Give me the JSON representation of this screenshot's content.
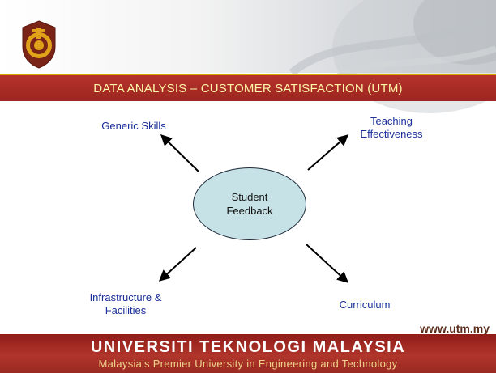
{
  "title": "DATA ANALYSIS – CUSTOMER SATISFACTION (UTM)",
  "center_node": {
    "line1": "Student",
    "line2": "Feedback"
  },
  "nodes": {
    "generic_skills": "Generic Skills",
    "teaching_line1": "Teaching",
    "teaching_line2": "Effectiveness",
    "infrastructure_line1": "Infrastructure &",
    "infrastructure_line2": "Facilities",
    "curriculum": "Curriculum"
  },
  "url": "www.utm.my",
  "footer": {
    "name": "UNIVERSITI TEKNOLOGI MALAYSIA",
    "tagline": "Malaysia's Premier University in Engineering and Technology"
  },
  "colors": {
    "title_bar": "#a82a24",
    "title_text": "#fff6a8",
    "node_text": "#1a2f9a",
    "ellipse_fill": "#c6e2e6",
    "footer": "#a02c24"
  },
  "icons": {
    "logo": "university-crest-logo"
  }
}
